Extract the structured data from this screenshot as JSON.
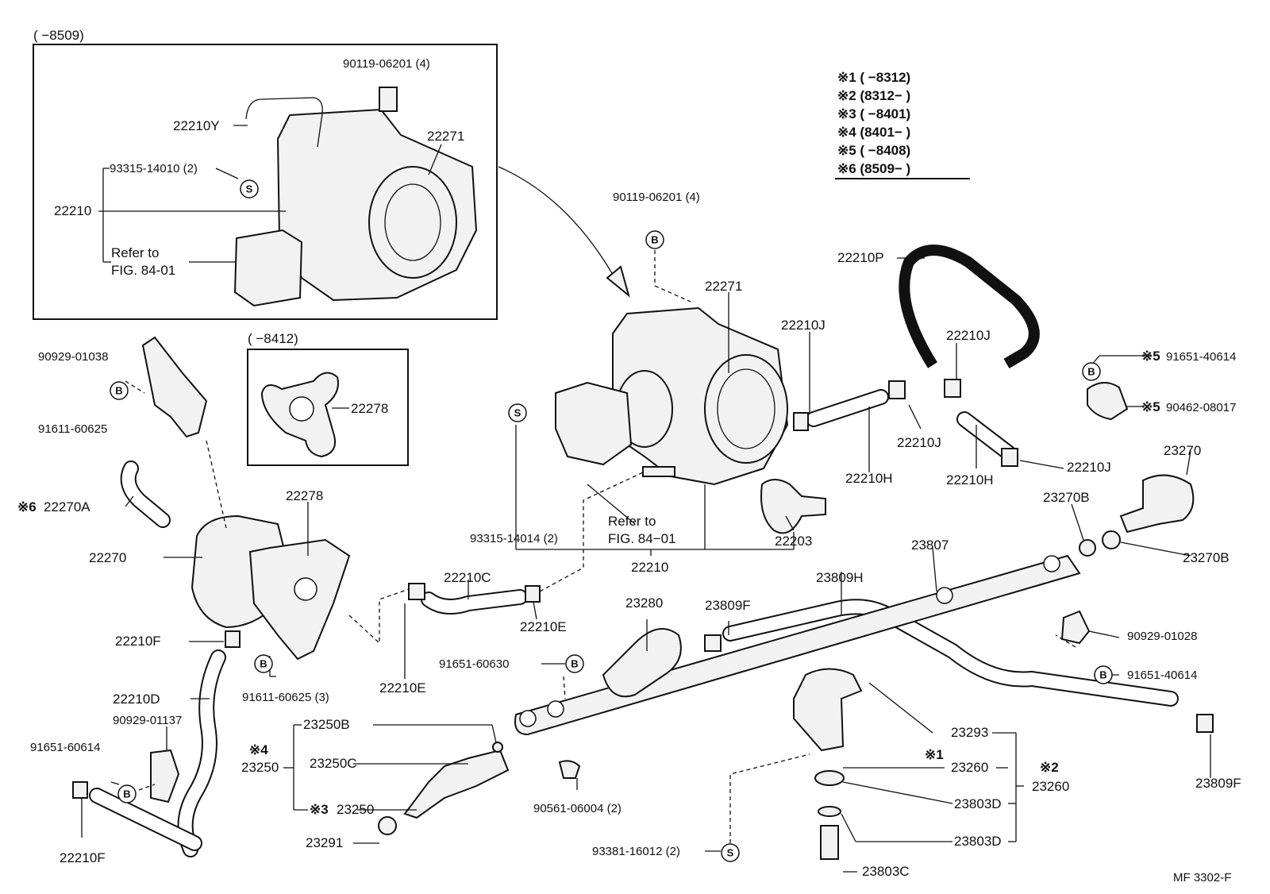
{
  "inset_1": {
    "title": "(      −8509)",
    "labels": [
      "90119-06201 (4)",
      "22210Y",
      "93315-14010 (2)",
      "22210",
      "22271",
      "Refer to",
      "FIG. 84-01"
    ]
  },
  "inset_2": {
    "title": "(      −8412)",
    "labels": [
      "22278"
    ]
  },
  "notes": [
    "※1 (      −8312)",
    "※2 (8312−      )",
    "※3 (      −8401)",
    "※4 (8401−      )",
    "※5 (      −8408)",
    "※6 (8509−      )"
  ],
  "marker_symbols": {
    "bolt": "B",
    "screw": "S"
  },
  "labels": {
    "p90119": "90119-06201 (4)",
    "p22271": "22271",
    "p22210J_a": "22210J",
    "p22210P": "22210P",
    "p22210J_b": "22210J",
    "p91651_40614_top": "91651-40614",
    "p90462": "90462-08017",
    "p90929_01038": "90929-01038",
    "p91611_60625": "91611-60625",
    "p22210J_c": "22210J",
    "p22210H_a": "22210H",
    "p22210H_b": "22210H",
    "p22210J_d": "22210J",
    "p23270": "23270",
    "p23270B_a": "23270B",
    "p23270B_b": "23270B",
    "p22270A": "22270A",
    "p22278": "22278",
    "p22270": "22270",
    "p93315_14014": "93315-14014 (2)",
    "p_refer": "Refer to",
    "p_fig": "FIG. 84−01",
    "p22203": "22203",
    "p23807": "23807",
    "p22210": "22210",
    "p22210C": "22210C",
    "p23809H": "23809H",
    "p23280": "23280",
    "p23809F_a": "23809F",
    "p22210F_a": "22210F",
    "p22210E_a": "22210E",
    "p90929_01028": "90929-01028",
    "p91651_60630": "91651-60630",
    "p91611_60625_3": "91611-60625 (3)",
    "p22210E_b": "22210E",
    "p91651_40614_bot": "91651-40614",
    "p22210D": "22210D",
    "p90929_01137": "90929-01137",
    "p23250B": "23250B",
    "p23293": "23293",
    "p23250": "23250",
    "p23250C": "23250C",
    "p23260_a": "23260",
    "p23260_b": "23260",
    "p91651_60614": "91651-60614",
    "p23809F_b": "23809F",
    "p23250_3": "23250",
    "p90561": "90561-06004 (2)",
    "p23803D_a": "23803D",
    "p22210F_b": "22210F",
    "p23291": "23291",
    "p93381": "93381-16012 (2)",
    "p23803D_b": "23803D",
    "p23803C": "23803C"
  },
  "ref_marks": {
    "m6": "※6",
    "m5a": "※5",
    "m5b": "※5",
    "m4": "※4",
    "m3": "※3",
    "m1": "※1",
    "m2": "※2"
  },
  "footer": "MF  3302-F"
}
